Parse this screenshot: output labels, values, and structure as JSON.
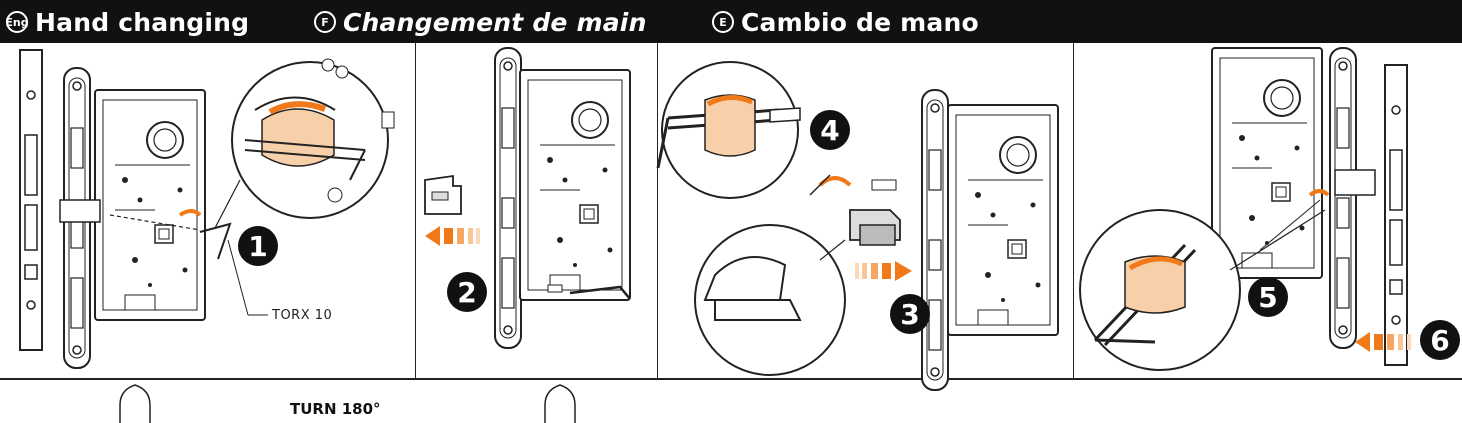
{
  "header": {
    "eng_badge": "Eng",
    "eng_title": "Hand changing",
    "fr_badge": "F",
    "fr_title": "Changement de main",
    "es_badge": "E",
    "es_title": "Cambio de mano"
  },
  "steps": [
    "1",
    "2",
    "3",
    "4",
    "5",
    "6"
  ],
  "callout_torx": "TORX 10",
  "bottom": {
    "turn_label": "TURN 180°"
  },
  "colors": {
    "header_bg": "#111111",
    "accent_orange": "#f07a1a",
    "line": "#222222"
  }
}
